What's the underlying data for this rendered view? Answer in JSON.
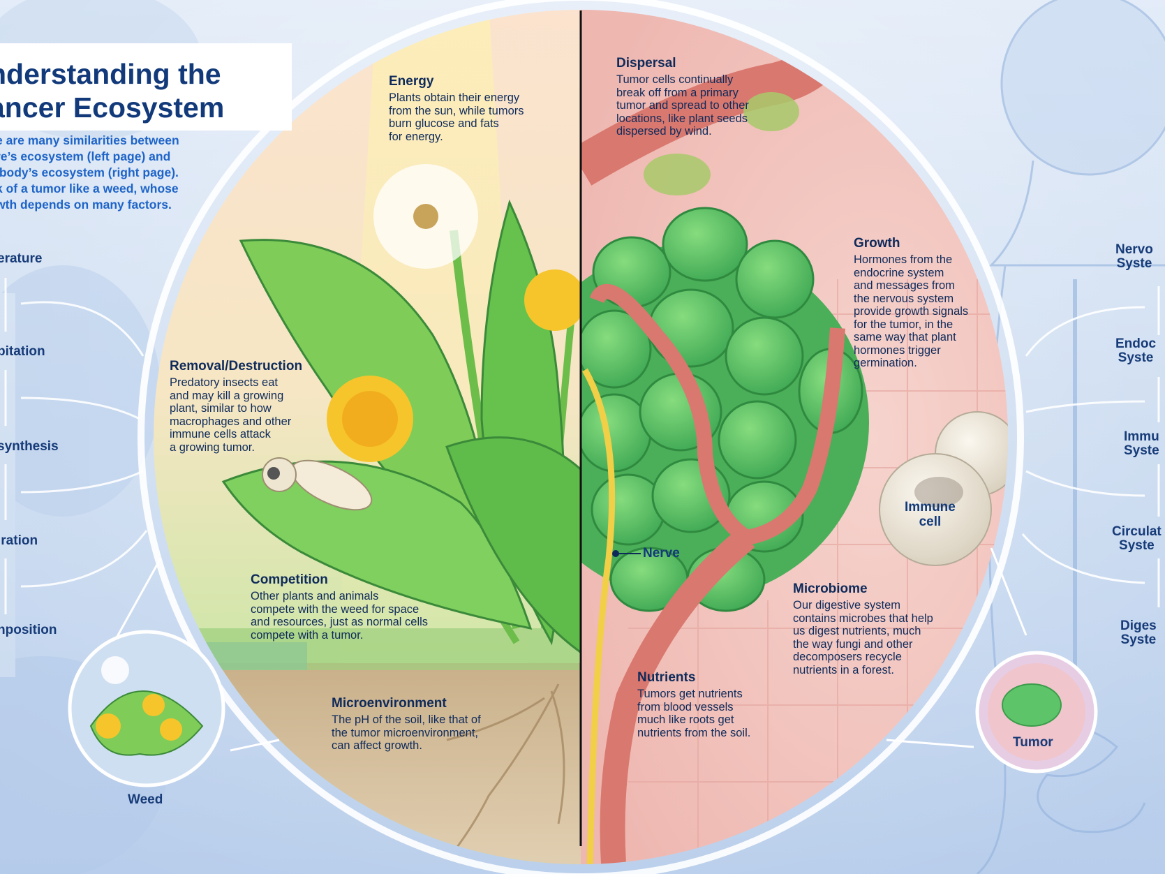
{
  "title": "nderstanding the\nancer Ecosystem",
  "intro": "e are many similarities between\nre’s ecosystem (left page) and\n body’s ecosystem (right page).\nk of a tumor like a weed, whose\nwth depends on many factors.",
  "nature_factors": [
    "erature",
    "bitation",
    "synthesis",
    "iration",
    "nposition"
  ],
  "body_systems": [
    "Nervo\nSyste",
    "Endoc\nSyste",
    "Immu\nSyste",
    "Circulat\nSyste",
    "Diges\nSyste"
  ],
  "callouts": {
    "energy": {
      "title": "Energy",
      "text": "Plants obtain their energy\nfrom the sun, while tumors\nburn glucose and fats\nfor energy."
    },
    "removal": {
      "title": "Removal/Destruction",
      "text": "Predatory insects eat\nand may kill a growing\nplant, similar to how\nmacrophages and other\nimmune cells attack\na growing tumor."
    },
    "competition": {
      "title": "Competition",
      "text": "Other plants and animals\ncompete with the weed for space\nand resources, just as normal cells\ncompete with a tumor."
    },
    "microenvironment": {
      "title": "Microenvironment",
      "text": "The pH of the soil, like that of\nthe tumor microenvironment,\ncan affect growth."
    },
    "dispersal": {
      "title": "Dispersal",
      "text": "Tumor cells continually\nbreak off from a primary\ntumor and spread to other\nlocations, like plant seeds\ndispersed by wind."
    },
    "growth": {
      "title": "Growth",
      "text": "Hormones from the\nendocrine system\nand messages from\nthe nervous system\nprovide growth signals\nfor the tumor, in the\nsame way that plant\nhormones trigger\ngermination."
    },
    "microbiome": {
      "title": "Microbiome",
      "text": "Our digestive system\ncontains microbes that help\nus digest nutrients, much\nthe way fungi and other\ndecomposers recycle\nnutrients in a forest."
    },
    "nutrients": {
      "title": "Nutrients",
      "text": "Tumors get nutrients\nfrom blood vessels\nmuch like roots get\nnutrients from the soil."
    }
  },
  "labels": {
    "nerve": "Nerve",
    "immune_cell": "Immune\ncell",
    "weed": "Weed",
    "tumor": "Tumor"
  },
  "colors": {
    "title": "#123a7a",
    "intro": "#1e64c8",
    "tumor_green": "#5ec46a",
    "vessel": "#d9786f",
    "nerve": "#f1cf46",
    "tissue_pink": "#f2c4be"
  }
}
